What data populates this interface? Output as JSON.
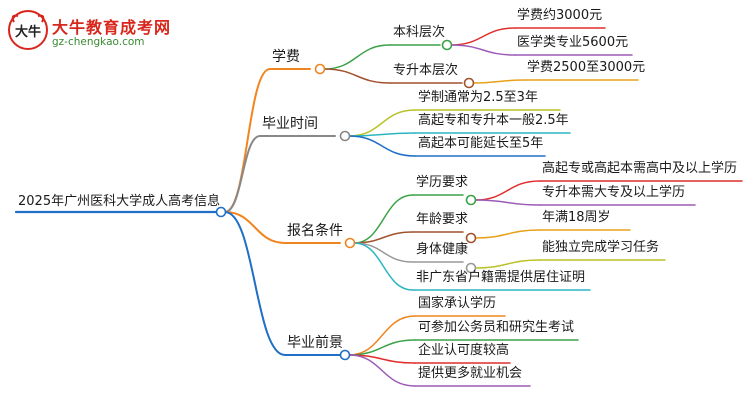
{
  "logo": {
    "title": "大牛教育成考网",
    "url": "gz-chengkao.com",
    "mark": "大牛"
  },
  "root": "2025年广州医科大学成人高考信息",
  "branches": [
    {
      "label": "学费",
      "color": "#f0851f",
      "children": [
        {
          "label": "本科层次",
          "color": "#3aa246",
          "children": [
            {
              "label": "学费约3000元",
              "color": "#e02d2d"
            },
            {
              "label": "医学类专业5600元",
              "color": "#9b5ab6"
            }
          ]
        },
        {
          "label": "专升本层次",
          "color": "#a0522d",
          "children": [
            {
              "label": "学费2500至3000元",
              "color": "#e8a018"
            }
          ]
        }
      ]
    },
    {
      "label": "毕业时间",
      "color": "#888888",
      "children": [
        {
          "label": "学制通常为2.5至3年",
          "color": "#b9c227"
        },
        {
          "label": "高起专和专升本一般2.5年",
          "color": "#2bb5c0"
        },
        {
          "label": "高起本可能延长至5年",
          "color": "#1f6fc6"
        }
      ]
    },
    {
      "label": "报名条件",
      "color": "#f0851f",
      "children": [
        {
          "label": "学历要求",
          "color": "#3aa246",
          "children": [
            {
              "label": "高起专或高起本需高中及以上学历",
              "color": "#e02d2d"
            },
            {
              "label": "专升本需大专及以上学历",
              "color": "#9b5ab6"
            }
          ]
        },
        {
          "label": "年龄要求",
          "color": "#a0522d",
          "children": [
            {
              "label": "年满18周岁",
              "color": "#e8a018"
            }
          ]
        },
        {
          "label": "身体健康",
          "color": "#999999",
          "children": [
            {
              "label": "能独立完成学习任务",
              "color": "#b9c227"
            }
          ]
        },
        {
          "label": "非广东省户籍需提供居住证明",
          "color": "#2bb5c0"
        }
      ]
    },
    {
      "label": "毕业前景",
      "color": "#1f6fc6",
      "children": [
        {
          "label": "国家承认学历",
          "color": "#f0851f"
        },
        {
          "label": "可参加公务员和研究生考试",
          "color": "#3aa246"
        },
        {
          "label": "企业认可度较高",
          "color": "#e02d2d"
        },
        {
          "label": "提供更多就业机会",
          "color": "#9b5ab6"
        }
      ]
    }
  ]
}
